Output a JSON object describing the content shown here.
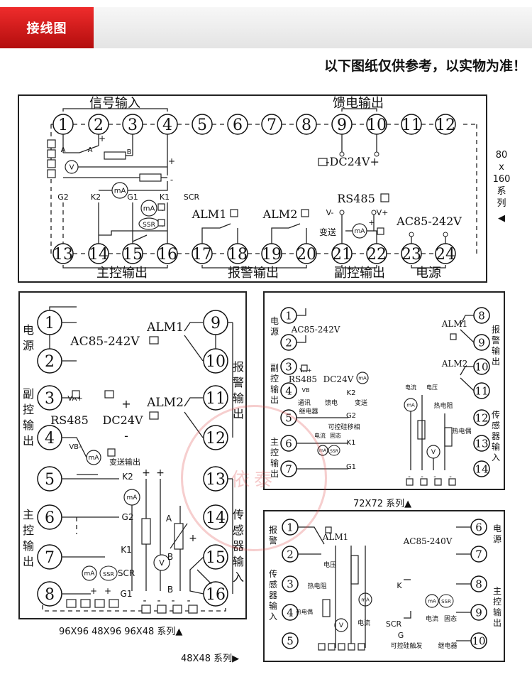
{
  "header": {
    "tab_label": "接线图",
    "notice": "以下图纸仅供参考，以实物为准！"
  },
  "top_panel": {
    "top_terminals": [
      "1",
      "2",
      "3",
      "4",
      "5",
      "6",
      "7",
      "8",
      "9",
      "10",
      "11",
      "12"
    ],
    "bottom_terminals": [
      "13",
      "14",
      "15",
      "16",
      "17",
      "18",
      "19",
      "20",
      "21",
      "22",
      "23",
      "24"
    ],
    "labels": {
      "signal_input": "信号输入",
      "feedback_output": "馈电输出",
      "dc24v": "-DC24V+",
      "rs485": "RS485",
      "v_minus": "V-",
      "v_plus": "V+",
      "transmit": "变送",
      "ma": "mA",
      "alm1": "ALM1",
      "alm2": "ALM2",
      "power_range": "AC85-242V",
      "main_output": "主控输出",
      "alarm_output": "报警输出",
      "aux_output": "副控输出",
      "power": "电源",
      "g2": "G2",
      "k2": "K2",
      "g1": "G1",
      "k1": "K1",
      "scr": "SCR",
      "ssr": "SSR",
      "v": "V",
      "a": "A",
      "b": "B",
      "plus": "+",
      "minus": "-"
    }
  },
  "side_caption": {
    "lines": [
      "80",
      "x",
      "160",
      "系",
      "列"
    ],
    "arrow": "◀"
  },
  "panel_96": {
    "left_terminals": [
      "1",
      "2",
      "3",
      "4",
      "5",
      "6",
      "7",
      "8"
    ],
    "right_terminals": [
      "9",
      "10",
      "11",
      "12",
      "13",
      "14",
      "15",
      "16"
    ],
    "labels": {
      "power_side": [
        "电",
        "源"
      ],
      "power_range": "AC85-242V",
      "aux_side": [
        "副",
        "控",
        "输",
        "出"
      ],
      "rs485": "RS485",
      "va_plus": "VA+",
      "vb_minus": "VB-",
      "dc24v": "DC24V",
      "transmit_output": "变送输出",
      "main_side": [
        "主",
        "控",
        "输",
        "出"
      ],
      "alarm_side": [
        "报",
        "警",
        "输",
        "出"
      ],
      "sensor_side": [
        "传",
        "感",
        "器",
        "输",
        "入"
      ],
      "alm1": "ALM1",
      "alm2": "ALM2",
      "k2": "K2",
      "g2": "G2",
      "k1": "K1",
      "g1": "G1",
      "ssr": "SSR",
      "scr": "SCR",
      "ma": "mA",
      "v": "V",
      "a": "A",
      "b": "B",
      "plus": "+",
      "minus": "-"
    },
    "caption": "96X96 48X96 96X48 系列▲"
  },
  "panel_72": {
    "left_terminals": [
      "1",
      "2",
      "3",
      "4",
      "5",
      "6",
      "7"
    ],
    "right_terminals": [
      "8",
      "9",
      "10",
      "11",
      "12",
      "13",
      "14"
    ],
    "labels": {
      "power_side": [
        "电",
        "源"
      ],
      "power_range": "AC85-242V",
      "aux_side": [
        "副",
        "控",
        "输",
        "出"
      ],
      "rs485": "RS485",
      "dc24v": "DC24V",
      "va_plus": "VA+",
      "vb": "VB",
      "comm": "通讯",
      "feed": "馈电",
      "transmit": "变送",
      "k2": "K2",
      "relay": "继电器",
      "g2": "G2",
      "thyristor": "可控硅移相",
      "current": "电流",
      "solid": "固态",
      "k1": "K1",
      "g1": "G1",
      "main_side": [
        "主",
        "控",
        "输",
        "出"
      ],
      "alm1": "ALM1",
      "alm2": "ALM2",
      "alarm_side": [
        "报",
        "警",
        "输",
        "出"
      ],
      "sensor_side": [
        "传",
        "感",
        "器",
        "输",
        "入"
      ],
      "voltage": "电压",
      "rtd": "热电阻",
      "tc": "热电偶",
      "ma": "mA",
      "ssr": "SSR",
      "v": "V",
      "plus": "+",
      "minus": "-"
    },
    "caption": "72X72 系列▲"
  },
  "panel_48": {
    "left_terminals": [
      "1",
      "2",
      "3",
      "4",
      "5"
    ],
    "right_terminals": [
      "6",
      "7",
      "8",
      "9",
      "10"
    ],
    "labels": {
      "alarm_side": [
        "报",
        "警"
      ],
      "alm1": "ALM1",
      "sensor_side": [
        "传",
        "感",
        "器",
        "输",
        "入"
      ],
      "voltage": "电压",
      "rtd": "热电阻",
      "tc": "热电偶",
      "current": "电流",
      "solid": "固态",
      "power_range": "AC85-240V",
      "power_side": [
        "电",
        "源"
      ],
      "main_side": [
        "主",
        "控",
        "输",
        "出"
      ],
      "k": "K",
      "scr": "SCR",
      "g": "G",
      "thyristor_trigger": "可控硅触发",
      "relay": "继电器",
      "ma": "mA",
      "ssr": "SSR",
      "v": "V",
      "plus": "+",
      "minus": "-"
    },
    "caption": "48X48 系列▶"
  },
  "watermark": "依泰"
}
